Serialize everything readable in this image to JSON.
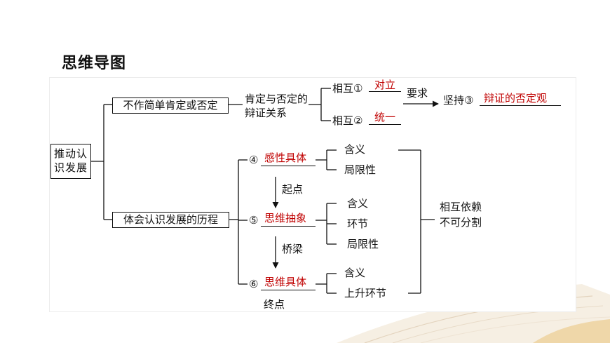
{
  "title": "思维导图",
  "root": "推动认识发展",
  "branch1": {
    "label": "不作简单肯定或否定",
    "relation": "肯定与否定的辩证关系",
    "item1_prefix": "相互①",
    "item1_answer": "对立",
    "item2_prefix": "相互②",
    "item2_answer": "统一",
    "arrow_label": "要求",
    "conclusion_prefix": "坚持③",
    "conclusion_answer": "辩证的否定观"
  },
  "branch2": {
    "label": "体会认识发展的历程",
    "stage4_num": "④",
    "stage4": "感性具体",
    "stage4_sub": [
      "含义",
      "局限性"
    ],
    "arrow1_label": "起点",
    "stage5_num": "⑤",
    "stage5": "思维抽象",
    "stage5_sub": [
      "含义",
      "环节",
      "局限性"
    ],
    "arrow2_label": "桥梁",
    "stage6_num": "⑥",
    "stage6": "思维具体",
    "stage6_sub": [
      "含义",
      "上升环节"
    ],
    "end_label": "终点",
    "relation_line1": "相互依赖",
    "relation_line2": "不可分割"
  },
  "colors": {
    "answer": "#c00000",
    "text": "#111111"
  }
}
